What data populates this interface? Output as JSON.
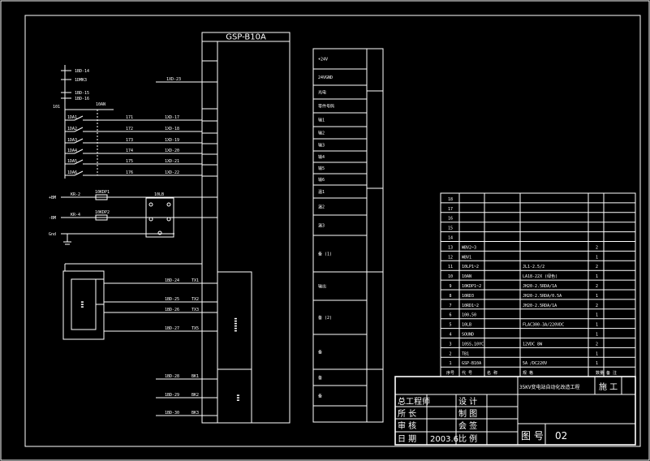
{
  "device": {
    "name": "GSP-B10A"
  },
  "power": {
    "vplus": "+BM",
    "vminus": "-BM",
    "gnd": "Gnd"
  },
  "input_labels": [
    "1BD-14",
    "1DMK3",
    "1BD-15",
    "1BD-16",
    "101",
    "10AN",
    "1DA1",
    "1DA2",
    "1DA3",
    "1DA4",
    "1DA5",
    "1DA6"
  ],
  "input_wires": [
    "171",
    "172",
    "173",
    "174",
    "175",
    "176"
  ],
  "terminal_labels": [
    "1XD-17",
    "1XD-18",
    "1XD-19",
    "1XD-20",
    "1XD-21",
    "1XD-22",
    "1XD-23"
  ],
  "power_wires": [
    "KR-2",
    "KR-4",
    "10KDP1",
    "10KDP2",
    "10LB"
  ],
  "lower_labels": [
    "1BD-24",
    "1BD-25",
    "1BD-26",
    "1BD-27",
    "1BD-28",
    "1BD-29",
    "1BD-30"
  ],
  "side_codes": [
    "TX1",
    "TX2",
    "TX3",
    "TX5",
    "BK1",
    "BK2",
    "BK3"
  ],
  "key_table": {
    "rows": [
      "+24V",
      "24VGND",
      "光电",
      "零件号码",
      "输1",
      "输2",
      "输3",
      "输4",
      "输5",
      "输6",
      "温1",
      "温2",
      "温3",
      "备 (1)",
      "输出",
      "备 (2)",
      "备",
      "备",
      "备"
    ]
  },
  "materials": {
    "rows": [
      [
        "18",
        "",
        "",
        "",
        "",
        ""
      ],
      [
        "17",
        "",
        "",
        "",
        "",
        ""
      ],
      [
        "16",
        "",
        "",
        "",
        "",
        ""
      ],
      [
        "15",
        "",
        "",
        "",
        "",
        ""
      ],
      [
        "14",
        "",
        "",
        "",
        "",
        ""
      ],
      [
        "13",
        "WBV2~3",
        "",
        "",
        "2",
        ""
      ],
      [
        "12",
        "WBV1",
        "",
        "",
        "1",
        ""
      ],
      [
        "11",
        "10LP1~2",
        "",
        "JL1-2.5/2",
        "2",
        ""
      ],
      [
        "10",
        "10AN",
        "",
        "LA18-22X (绿色)",
        "1",
        ""
      ],
      [
        "9",
        "10KDP1~2",
        "",
        "JH20-2.5RDA/1A",
        "2",
        ""
      ],
      [
        "8",
        "10RD3",
        "",
        "JH20-2.5RDA/0.5A",
        "1",
        ""
      ],
      [
        "7",
        "10RD1~2",
        "",
        "JH20-2.5RDA/1A",
        "2",
        ""
      ],
      [
        "6",
        "100,50",
        "",
        "",
        "1",
        ""
      ],
      [
        "5",
        "10LB",
        "",
        "FLAC300-3A/220VDC",
        "1",
        ""
      ],
      [
        "4",
        "SOUND",
        "",
        "",
        "1",
        ""
      ],
      [
        "3",
        "10SS,10YC",
        "",
        "12VDC 8W",
        "2",
        ""
      ],
      [
        "2",
        "TB1",
        "",
        "",
        "1",
        ""
      ],
      [
        "1",
        "GSP-B10A",
        "",
        "5A /DC220V",
        "1",
        ""
      ]
    ],
    "footer": [
      "序号",
      "代 号",
      "名 称",
      "规 格",
      "数量",
      "备 注"
    ]
  },
  "title_block": {
    "project": "35KV变电站自动化改造工程",
    "stage": "施 工",
    "labels": [
      [
        "总工程师",
        "设 计"
      ],
      [
        "所 长",
        "制 图"
      ],
      [
        "审 核",
        "会 签"
      ],
      [
        "日 期",
        "比 例"
      ]
    ],
    "date": "2003.6",
    "drawing_no_label": "图 号",
    "drawing_no": "02"
  }
}
